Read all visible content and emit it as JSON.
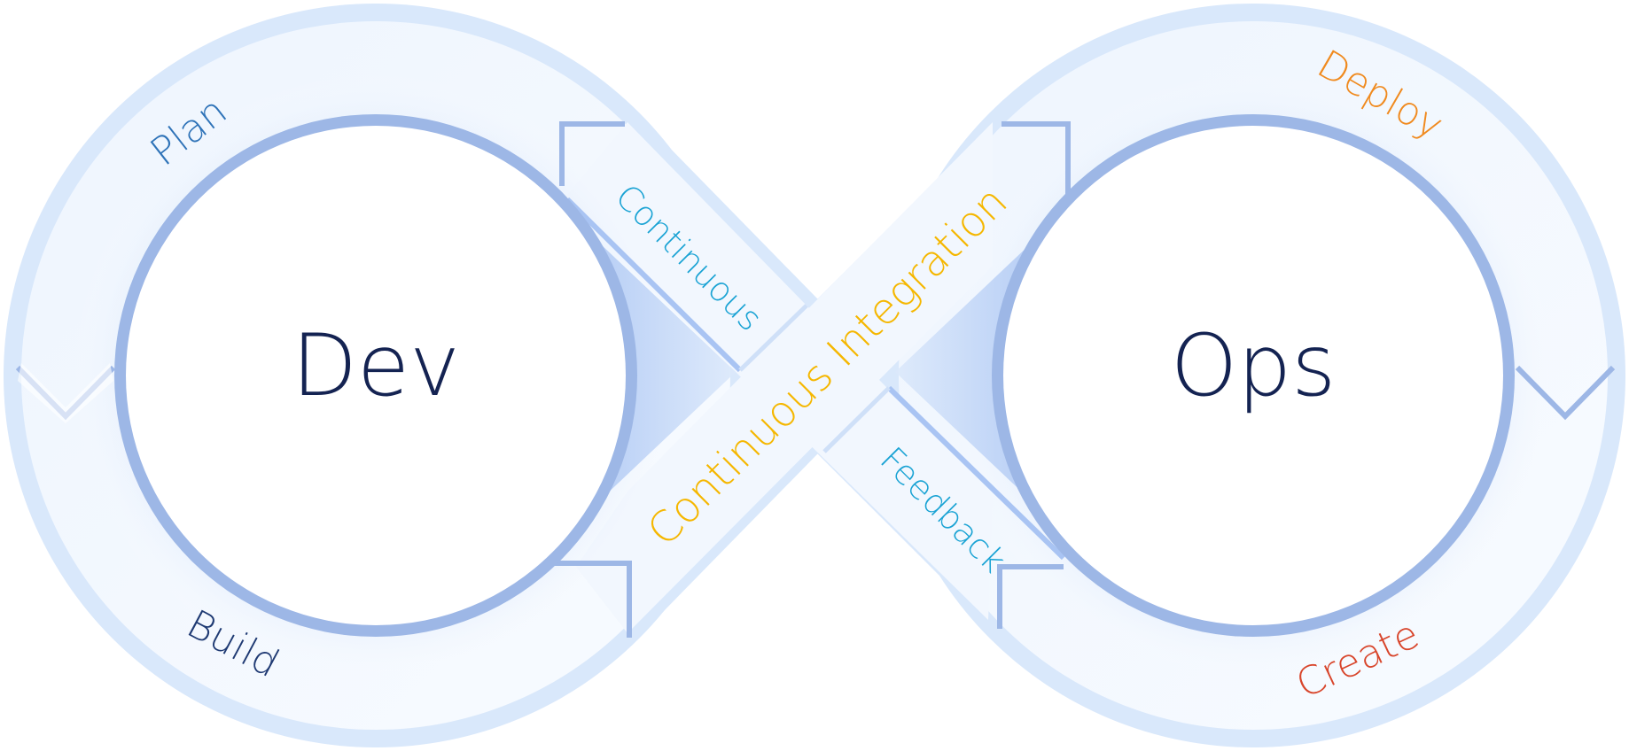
{
  "diagram": {
    "left_core": "Dev",
    "right_core": "Ops",
    "stages": {
      "plan": "Plan",
      "build": "Build",
      "deploy": "Deploy",
      "create": "Create"
    },
    "bridge": {
      "continuous": "Continuous",
      "integration": "Continuous Integration",
      "feedback": "Feedback"
    }
  },
  "colors": {
    "outer_ring": "#d9e8fb",
    "ring_shadow": "#9db7e6",
    "core_text": "#142352",
    "plan": "#2f73b8",
    "build": "#1f3a73",
    "deploy": "#f08a1e",
    "create": "#d8452b",
    "continuous": "#1aa3d4",
    "integration": "#f5b700",
    "feedback": "#1aa3d4"
  }
}
